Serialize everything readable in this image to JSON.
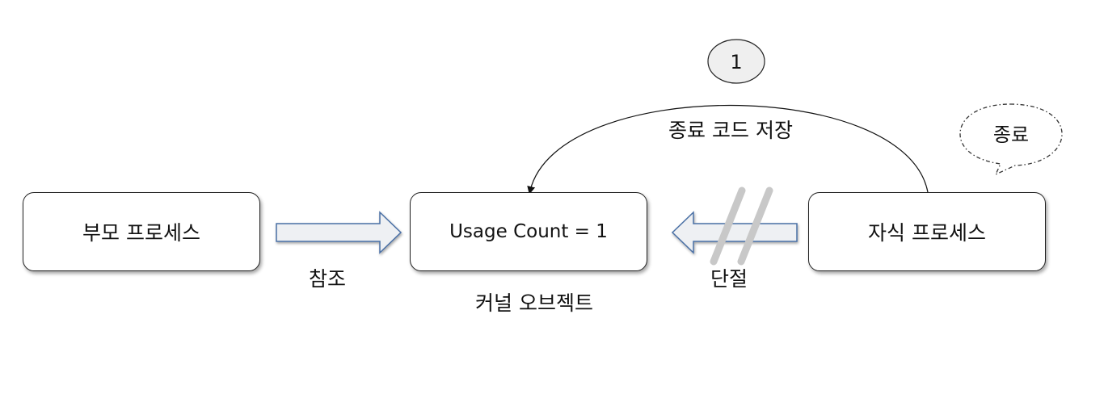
{
  "nodes": {
    "parent": "부모 프로세스",
    "kernel": "Usage Count = 1",
    "child": "자식 프로세스"
  },
  "labels": {
    "reference": "참조",
    "kernel_object": "커널 오브젝트",
    "disconnect": "단절",
    "save_exit_code": "종료 코드 저장"
  },
  "badges": {
    "step_number": "1",
    "exit_bubble": "종료"
  },
  "colors": {
    "arrow_fill": "#eef0f3",
    "arrow_stroke": "#4a6fa5",
    "badge_fill": "#efefef",
    "cut_marks": "#c8c8c8"
  }
}
